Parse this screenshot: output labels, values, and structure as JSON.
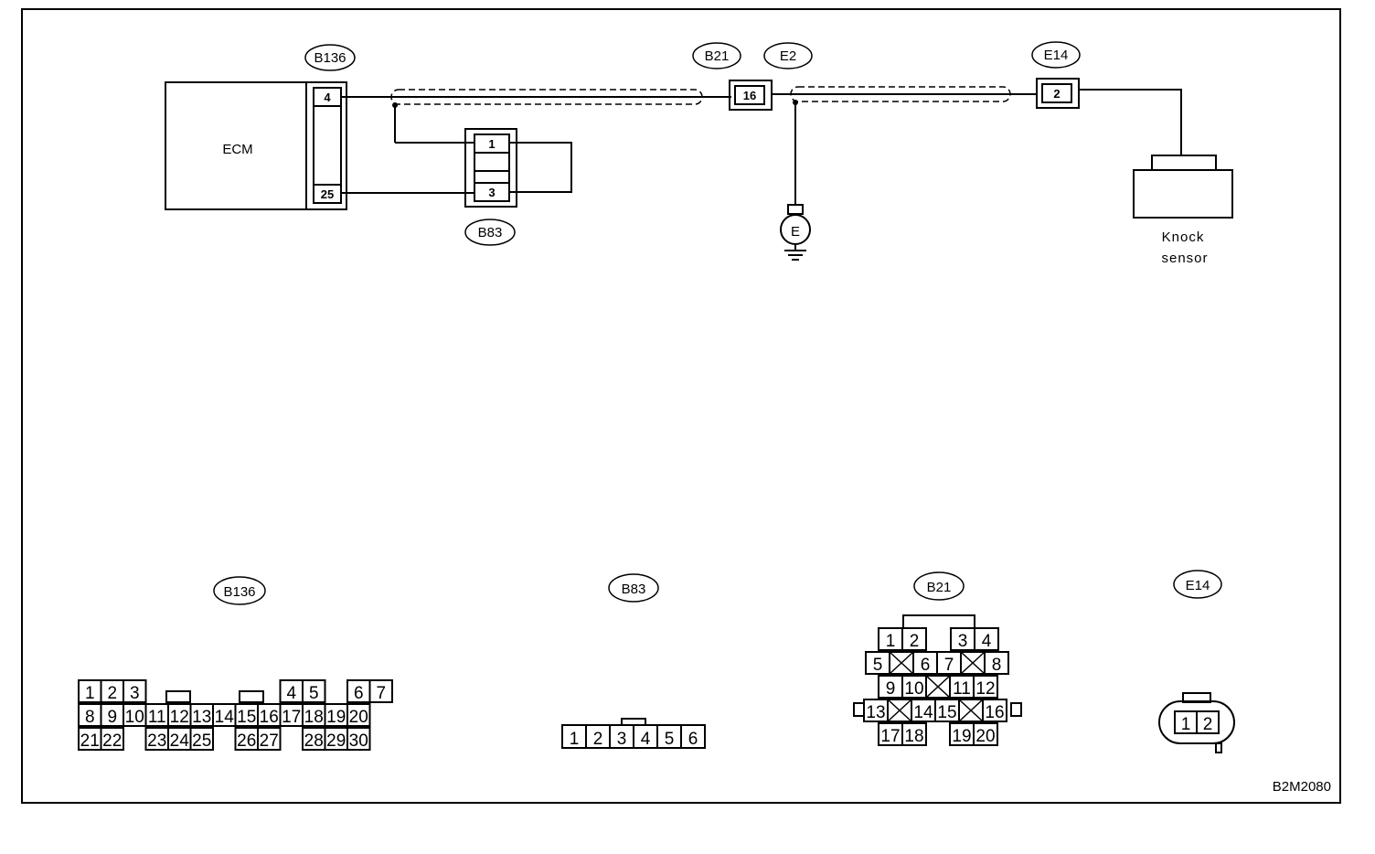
{
  "diagram": {
    "ecm_label": "ECM",
    "sensor_label_line1": "Knock",
    "sensor_label_line2": "sensor",
    "ground_symbol": "E",
    "figure_code": "B2M2080",
    "connectors_top": {
      "b136": "B136",
      "b83": "B83",
      "b21": "B21",
      "e2": "E2",
      "e14": "E14"
    },
    "pins_top": {
      "b136_p1": "4",
      "b136_p2": "25",
      "b83_p1": "1",
      "b83_p2": "3",
      "b21_p": "16",
      "e14_p": "2"
    }
  },
  "connector_faces": {
    "b136": {
      "label": "B136",
      "row1": [
        "1",
        "2",
        "3",
        "4",
        "5",
        "6",
        "7"
      ],
      "row2": [
        "8",
        "9",
        "10",
        "11",
        "12",
        "13",
        "14",
        "15",
        "16",
        "17",
        "18",
        "19",
        "20"
      ],
      "row3": [
        "21",
        "22",
        "23",
        "24",
        "25",
        "26",
        "27",
        "28",
        "29",
        "30"
      ]
    },
    "b83": {
      "label": "B83",
      "row1": [
        "1",
        "2",
        "3",
        "4",
        "5",
        "6"
      ]
    },
    "b21": {
      "label": "B21",
      "row1": [
        "1",
        "2",
        "3",
        "4"
      ],
      "row2": [
        "5",
        "6",
        "7",
        "8"
      ],
      "row3": [
        "9",
        "10",
        "11",
        "12"
      ],
      "row4": [
        "13",
        "14",
        "15",
        "16"
      ],
      "row5": [
        "17",
        "18",
        "19",
        "20"
      ]
    },
    "e14": {
      "label": "E14",
      "row1": [
        "1",
        "2"
      ]
    }
  }
}
